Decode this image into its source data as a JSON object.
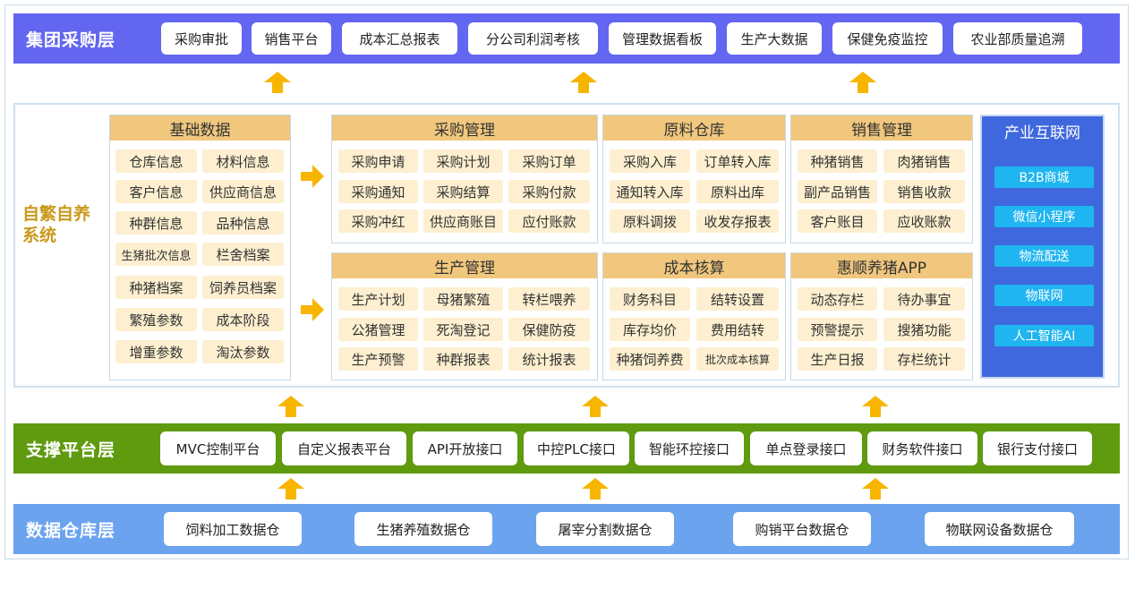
{
  "layers": {
    "group": {
      "title": "集团采购层",
      "items": [
        "采购审批",
        "销售平台",
        "成本汇总报表",
        "分公司利润考核",
        "管理数据看板",
        "生产大数据",
        "保健免疫监控",
        "农业部质量追溯"
      ]
    },
    "self": {
      "title_line1": "自繁自养",
      "title_line2": "系统"
    },
    "support": {
      "title": "支撑平台层",
      "items": [
        "MVC控制平台",
        "自定义报表平台",
        "API开放接口",
        "中控PLC接口",
        "智能环控接口",
        "单点登录接口",
        "财务软件接口",
        "银行支付接口"
      ]
    },
    "warehouse": {
      "title": "数据仓库层",
      "items": [
        "饲料加工数据仓",
        "生猪养殖数据仓",
        "屠宰分割数据仓",
        "购销平台数据仓",
        "物联网设备数据仓"
      ]
    }
  },
  "modules": {
    "basic": {
      "title": "基础数据",
      "items": [
        "仓库信息",
        "材料信息",
        "客户信息",
        "供应商信息",
        "种群信息",
        "品种信息",
        "生猪批次信息",
        "栏舍档案",
        "种猪档案",
        "饲养员档案",
        "繁殖参数",
        "成本阶段",
        "增重参数",
        "淘汰参数"
      ]
    },
    "purchase": {
      "title": "采购管理",
      "items": [
        "采购申请",
        "采购计划",
        "采购订单",
        "采购通知",
        "采购结算",
        "采购付款",
        "采购冲红",
        "供应商账目",
        "应付账款"
      ]
    },
    "raw": {
      "title": "原料仓库",
      "items": [
        "采购入库",
        "订单转入库",
        "通知转入库",
        "原料出库",
        "原料调拨",
        "收发存报表"
      ]
    },
    "sales": {
      "title": "销售管理",
      "items": [
        "种猪销售",
        "肉猪销售",
        "副产品销售",
        "销售收款",
        "客户账目",
        "应收账款"
      ]
    },
    "production": {
      "title": "生产管理",
      "items": [
        "生产计划",
        "母猪繁殖",
        "转栏喂养",
        "公猪管理",
        "死淘登记",
        "保健防疫",
        "生产预警",
        "种群报表",
        "统计报表"
      ]
    },
    "cost": {
      "title": "成本核算",
      "items": [
        "财务科目",
        "结转设置",
        "库存均价",
        "费用结转",
        "种猪饲养费",
        "批次成本核算"
      ]
    },
    "app": {
      "title": "惠顺养猪APP",
      "items": [
        "动态存栏",
        "待办事宜",
        "预警提示",
        "搜猪功能",
        "生产日报",
        "存栏统计"
      ]
    },
    "internet": {
      "title": "产业互联网",
      "items": [
        "B2B商城",
        "微信小程序",
        "物流配送",
        "物联网",
        "人工智能AI"
      ]
    }
  },
  "colors": {
    "group_band": "#6366f1",
    "support_band": "#5f9a0f",
    "warehouse_band": "#6ba3ee",
    "arrow": "#f7b500",
    "panel_head": "#f0c77d",
    "chip": "#fdefcf",
    "internet_panel": "#3f68de",
    "internet_chip": "#1fb5f0",
    "side_label": "#c99a1c"
  }
}
